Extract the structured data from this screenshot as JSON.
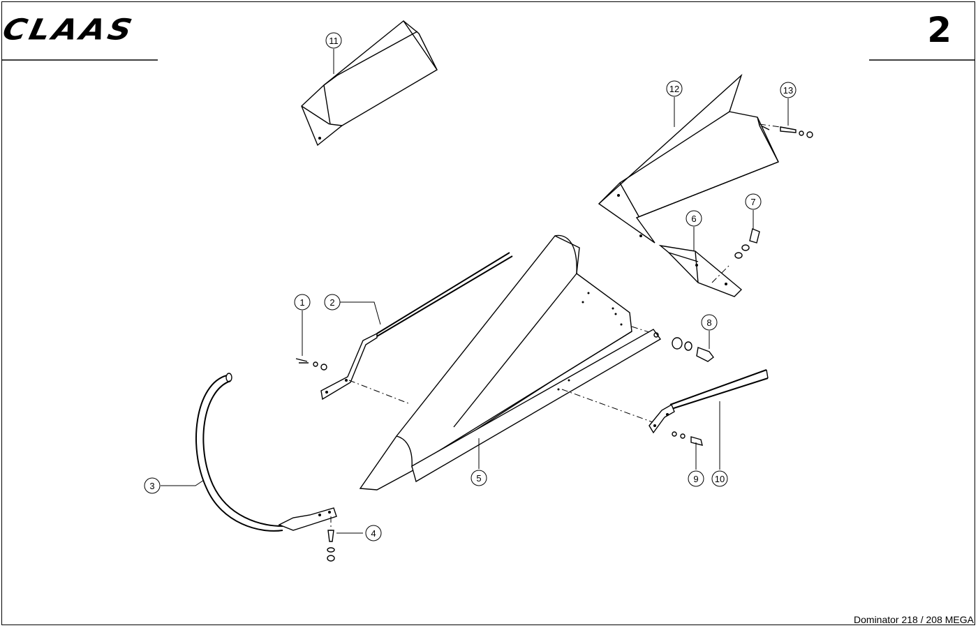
{
  "header": {
    "brand": "CLAAS",
    "page_number": "2"
  },
  "footer": {
    "model": "Dominator 218 / 208 MEGA"
  },
  "callouts": [
    "1",
    "2",
    "3",
    "4",
    "5",
    "6",
    "7",
    "8",
    "9",
    "10",
    "11",
    "12",
    "13"
  ]
}
